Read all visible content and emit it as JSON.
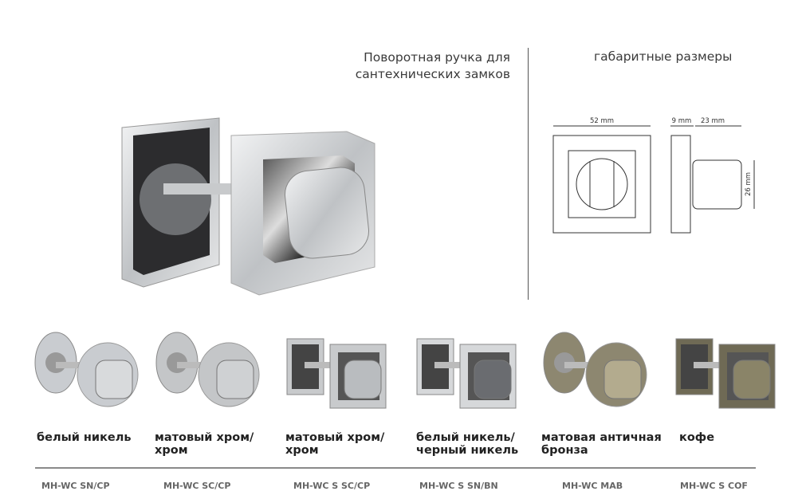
{
  "title": {
    "line1": "Поворотная ручка для",
    "line2": "сантехнических замков"
  },
  "dimensions": {
    "title": "габаритные размеры",
    "width": "52 mm",
    "base": "9 mm",
    "depth": "23 mm",
    "knob": "26 mm"
  },
  "products": [
    {
      "name1": "белый никель",
      "name2": "",
      "code": "MH-WC SN/CP",
      "style": "round",
      "rose": "#c9ccd0",
      "knob": "#d8dadc"
    },
    {
      "name1": "матовый хром/",
      "name2": "хром",
      "code": "MH-WC SC/CP",
      "style": "round",
      "rose": "#c4c6c8",
      "knob": "#cfd1d3"
    },
    {
      "name1": "матовый хром/",
      "name2": "хром",
      "code": "MH-WC S SC/CP",
      "style": "square",
      "rose": "#c8cacc",
      "knob": "#b9bcbf"
    },
    {
      "name1": "белый никель/",
      "name2": "черный никель",
      "code": "MH-WC S SN/BN",
      "style": "square",
      "rose": "#d6d8da",
      "knob": "#6a6c70"
    },
    {
      "name1": "матовая античная",
      "name2": "бронза",
      "code": "MH-WC MAB",
      "style": "round",
      "rose": "#8d8770",
      "knob": "#b3ab8e"
    },
    {
      "name1": "кофе",
      "name2": "",
      "code": "MH-WC S COF",
      "style": "square",
      "rose": "#6f6a55",
      "knob": "#8a8468"
    }
  ]
}
